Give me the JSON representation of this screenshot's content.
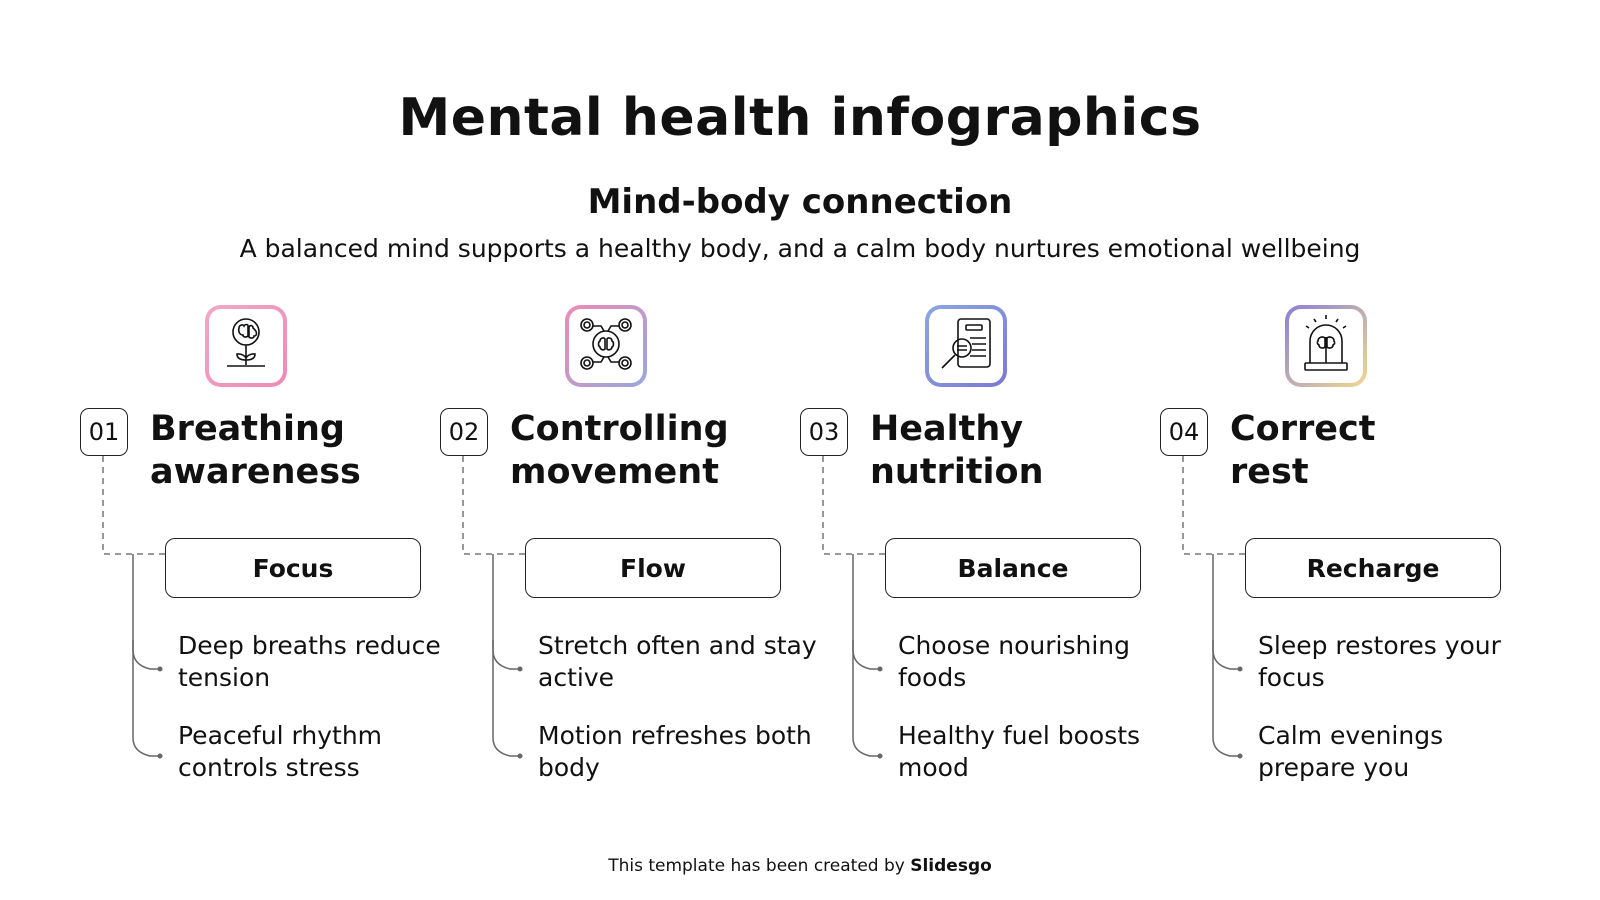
{
  "title": "Mental health infographics",
  "subtitle": "Mind-body connection",
  "description": "A balanced mind supports a healthy body, and a calm body nurtures emotional wellbeing",
  "items": [
    {
      "number": "01",
      "heading_line1": "Breathing",
      "heading_line2": "awareness",
      "tag": "Focus",
      "bullets": [
        "Deep breaths reduce tension",
        "Peaceful rhythm controls stress"
      ],
      "icon": "brain-flower-icon",
      "gradient": [
        "#f0a8c8",
        "#ee8ab5"
      ]
    },
    {
      "number": "02",
      "heading_line1": "Controlling",
      "heading_line2": "movement",
      "tag": "Flow",
      "bullets": [
        "Stretch often and stay active",
        "Motion refreshes both body"
      ],
      "icon": "brain-gears-icon",
      "gradient": [
        "#ee8ab5",
        "#98a8dc"
      ]
    },
    {
      "number": "03",
      "heading_line1": "Healthy",
      "heading_line2": "nutrition",
      "tag": "Balance",
      "bullets": [
        "Choose nourishing foods",
        "Healthy fuel boosts mood"
      ],
      "icon": "document-search-icon",
      "gradient": [
        "#8aa8e0",
        "#7c78d4"
      ]
    },
    {
      "number": "04",
      "heading_line1": "Correct",
      "heading_line2": "rest",
      "tag": "Recharge",
      "bullets": [
        "Sleep restores your focus",
        "Calm evenings prepare you"
      ],
      "icon": "brain-dome-icon",
      "gradient": [
        "#8a80d8",
        "#f0d890"
      ]
    }
  ],
  "footer": {
    "text": "This template has been created by ",
    "brand": "Slidesgo"
  }
}
